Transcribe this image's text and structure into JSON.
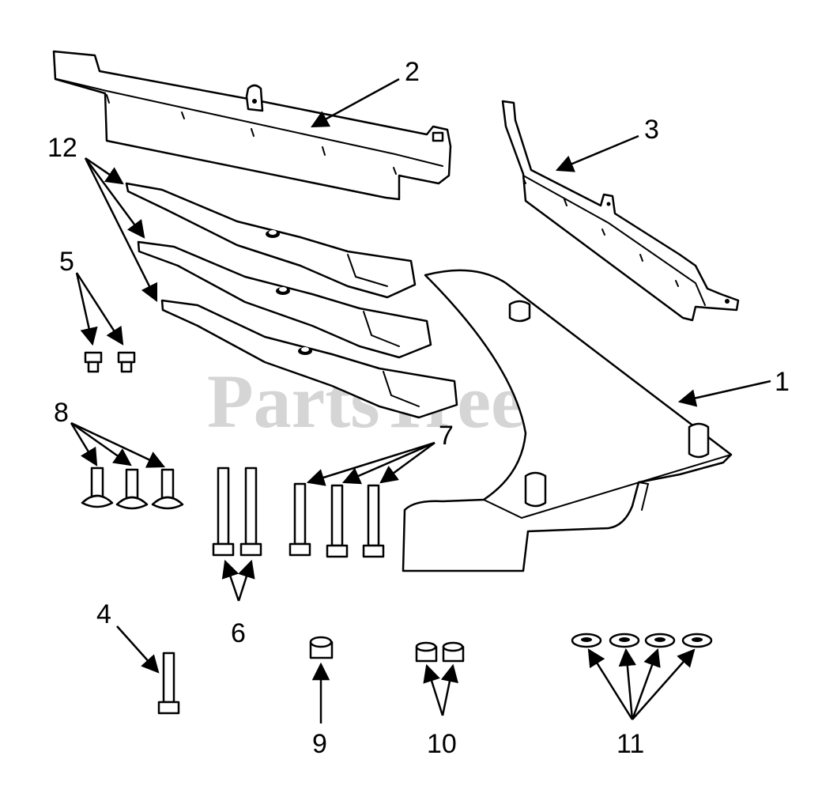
{
  "watermark": {
    "brand": "PartsTree",
    "trademark": "™"
  },
  "callouts": {
    "c1": "1",
    "c2": "2",
    "c3": "3",
    "c4": "4",
    "c5": "5",
    "c6": "6",
    "c7": "7",
    "c8": "8",
    "c9": "9",
    "c10": "10",
    "c11": "11",
    "c12": "12"
  },
  "colors": {
    "line": "#000000",
    "background": "#ffffff",
    "watermark": "#c8c8c8"
  }
}
